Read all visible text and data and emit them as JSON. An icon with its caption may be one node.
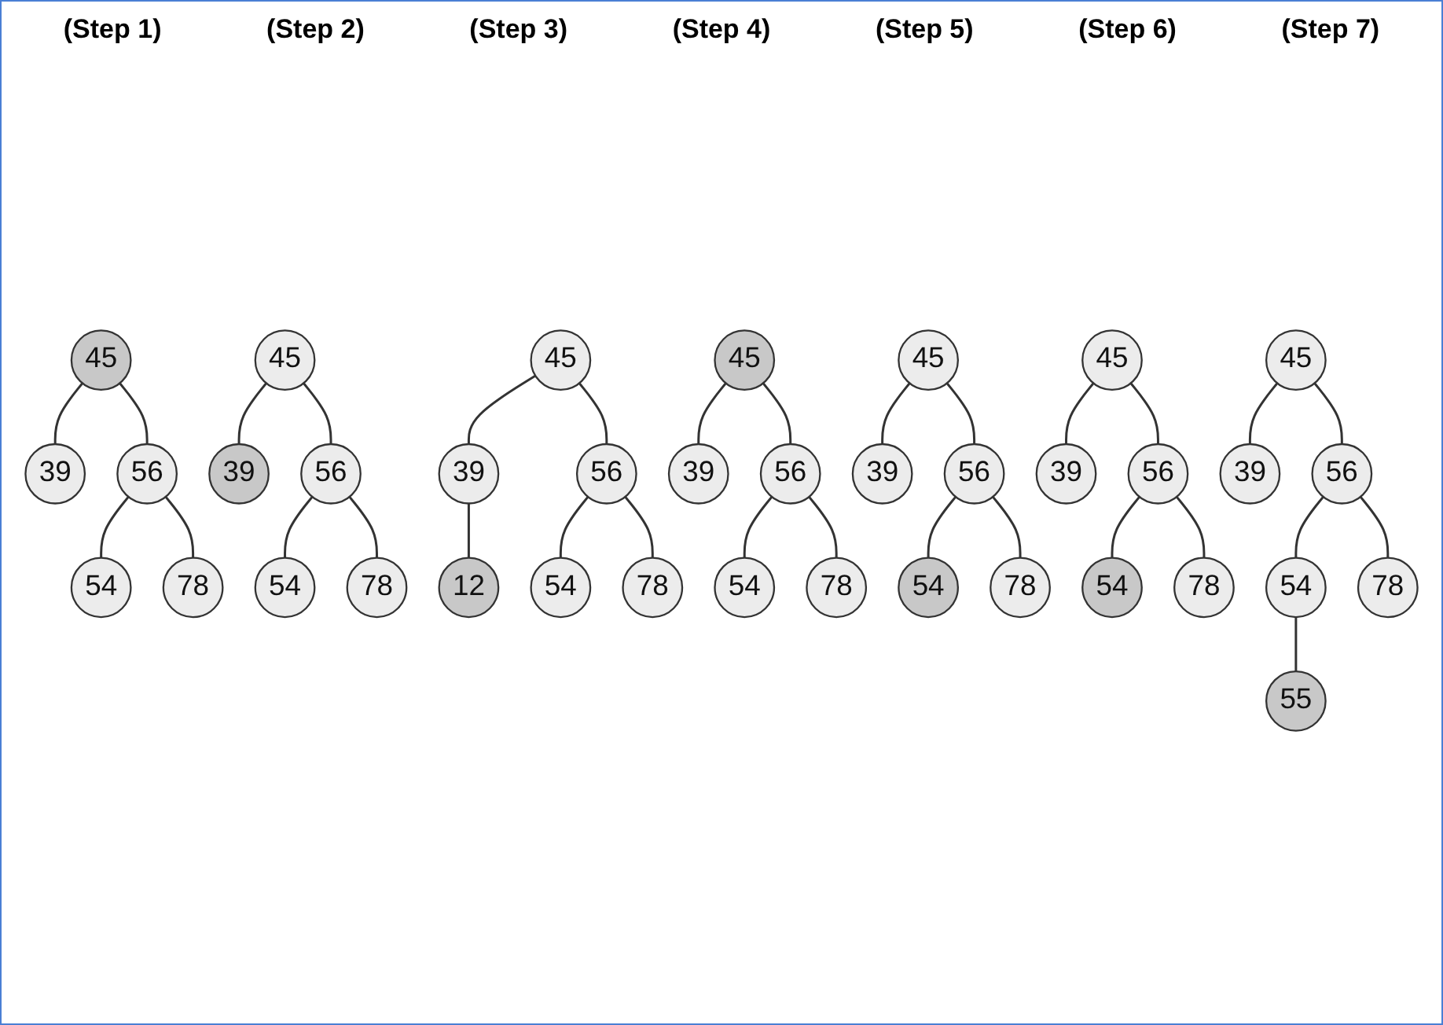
{
  "diagram": {
    "nodes": [
      {
        "text": [
          "45"
        ]
      },
      {
        "text": [
          "39"
        ]
      },
      {
        "text": [
          "56"
        ]
      },
      {
        "text": [
          "54"
        ]
      },
      {
        "text": [
          "78"
        ]
      },
      {
        "text": [
          "45"
        ]
      },
      {
        "text": [
          "39"
        ]
      },
      {
        "text": [
          "56"
        ]
      },
      {
        "text": [
          "54"
        ]
      },
      {
        "text": [
          "78"
        ]
      },
      {
        "text": [
          "45"
        ]
      },
      {
        "text": [
          "39"
        ]
      },
      {
        "text": [
          "56"
        ]
      },
      {
        "text": [
          "12"
        ]
      },
      {
        "text": [
          "54"
        ]
      },
      {
        "text": [
          "78"
        ]
      },
      {
        "text": [
          "45"
        ]
      },
      {
        "text": [
          "39"
        ]
      },
      {
        "text": [
          "56"
        ]
      },
      {
        "text": [
          "54"
        ]
      },
      {
        "text": [
          "78"
        ]
      },
      {
        "text": [
          "45"
        ]
      },
      {
        "text": [
          "39"
        ]
      },
      {
        "text": [
          "56"
        ]
      },
      {
        "text": [
          "54"
        ]
      },
      {
        "text": [
          "78"
        ]
      },
      {
        "text": [
          "45"
        ]
      },
      {
        "text": [
          "39"
        ]
      },
      {
        "text": [
          "56"
        ]
      },
      {
        "text": [
          "54"
        ]
      },
      {
        "text": [
          "78"
        ]
      },
      {
        "text": [
          "45"
        ]
      },
      {
        "text": [
          "39"
        ]
      },
      {
        "text": [
          "56"
        ]
      },
      {
        "text": [
          "54"
        ]
      },
      {
        "text": [
          "78"
        ]
      },
      {
        "text": [
          "55"
        ]
      }
    ],
    "edges": [
      {
        "from": 0,
        "to": 1,
        "arrow": "none"
      },
      {
        "from": 0,
        "to": 2,
        "arrow": "none"
      },
      {
        "from": 2,
        "to": 3,
        "arrow": "none"
      },
      {
        "from": 2,
        "to": 4,
        "arrow": "none"
      },
      {
        "from": 5,
        "to": 6,
        "arrow": "none"
      },
      {
        "from": 5,
        "to": 7,
        "arrow": "none"
      },
      {
        "from": 7,
        "to": 8,
        "arrow": "none"
      },
      {
        "from": 7,
        "to": 9,
        "arrow": "none"
      },
      {
        "from": 10,
        "to": 11,
        "arrow": "none"
      },
      {
        "from": 10,
        "to": 12,
        "arrow": "none"
      },
      {
        "from": 11,
        "to": 13,
        "arrow": "none"
      },
      {
        "from": 12,
        "to": 14,
        "arrow": "none"
      },
      {
        "from": 12,
        "to": 15,
        "arrow": "none"
      },
      {
        "from": 16,
        "to": 17,
        "arrow": "none"
      },
      {
        "from": 16,
        "to": 18,
        "arrow": "none"
      },
      {
        "from": 18,
        "to": 19,
        "arrow": "none"
      },
      {
        "from": 18,
        "to": 20,
        "arrow": "none"
      },
      {
        "from": 21,
        "to": 22,
        "arrow": "none"
      },
      {
        "from": 21,
        "to": 23,
        "arrow": "none"
      },
      {
        "from": 23,
        "to": 24,
        "arrow": "none"
      },
      {
        "from": 23,
        "to": 25,
        "arrow": "none"
      },
      {
        "from": 26,
        "to": 27,
        "arrow": "none"
      },
      {
        "from": 26,
        "to": 28,
        "arrow": "none"
      },
      {
        "from": 28,
        "to": 29,
        "arrow": "none"
      },
      {
        "from": 28,
        "to": 30,
        "arrow": "none"
      },
      {
        "from": 31,
        "to": 32,
        "arrow": "none"
      },
      {
        "from": 31,
        "to": 33,
        "arrow": "none"
      },
      {
        "from": 33,
        "to": 34,
        "arrow": "none"
      },
      {
        "from": 33,
        "to": 35,
        "arrow": "none"
      },
      {
        "from": 34,
        "to": 36,
        "arrow": "none"
      }
    ],
    "labels": [
      "(Step 1)",
      "(Step 2)",
      "(Step 3)",
      "(Step 4)",
      "(Step 5)",
      "(Step 6)",
      "(Step 7)"
    ]
  }
}
